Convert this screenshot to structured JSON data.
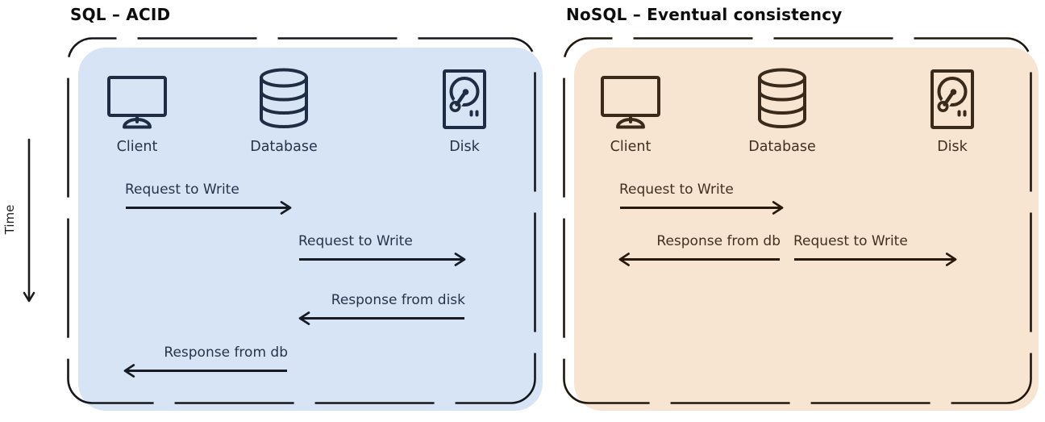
{
  "time_axis": {
    "label": "Time"
  },
  "panels": [
    {
      "id": "sql",
      "title": "SQL – ACID",
      "fill_color": "#d7e4f6",
      "stroke_color": "#1e2c44",
      "text_color": "#25344a",
      "arrow_color": "#161b24",
      "outline_color": "#15171c",
      "entities": [
        {
          "icon": "monitor-icon",
          "label": "Client"
        },
        {
          "icon": "database-icon",
          "label": "Database"
        },
        {
          "icon": "disk-icon",
          "label": "Disk"
        }
      ],
      "messages": [
        {
          "label": "Request to Write",
          "from": "Client",
          "to": "Database",
          "direction": "right"
        },
        {
          "label": "Request to Write",
          "from": "Database",
          "to": "Disk",
          "direction": "right"
        },
        {
          "label": "Response from disk",
          "from": "Disk",
          "to": "Database",
          "direction": "left"
        },
        {
          "label": "Response from db",
          "from": "Database",
          "to": "Client",
          "direction": "left"
        }
      ]
    },
    {
      "id": "nosql",
      "title": "NoSQL – Eventual consistency",
      "fill_color": "#f7e4d1",
      "stroke_color": "#3a2a1a",
      "text_color": "#40311f",
      "arrow_color": "#27190c",
      "outline_color": "#20170d",
      "entities": [
        {
          "icon": "monitor-icon",
          "label": "Client"
        },
        {
          "icon": "database-icon",
          "label": "Database"
        },
        {
          "icon": "disk-icon",
          "label": "Disk"
        }
      ],
      "messages": [
        {
          "label": "Request to Write",
          "from": "Client",
          "to": "Database",
          "direction": "right"
        },
        {
          "label": "Response from db",
          "from": "Database",
          "to": "Client",
          "direction": "left"
        },
        {
          "label": "Request to Write",
          "from": "Database",
          "to": "Disk",
          "direction": "right"
        }
      ]
    }
  ]
}
